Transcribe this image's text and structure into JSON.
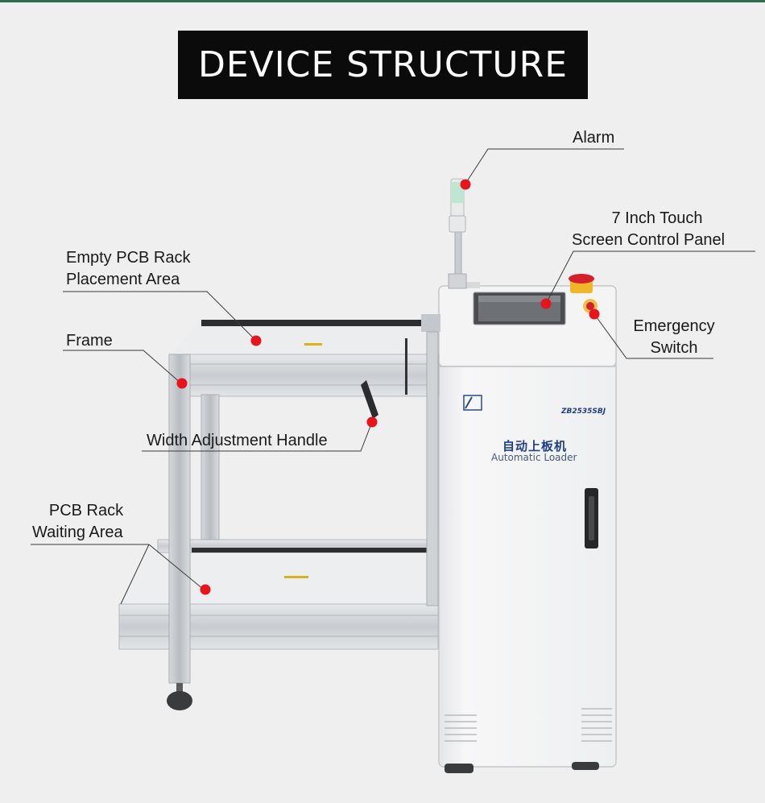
{
  "title": "DEVICE STRUCTURE",
  "labels": {
    "alarm": "Alarm",
    "touch_line1": "7 Inch Touch",
    "touch_line2": "Screen Control Panel",
    "empty_line1": "Empty PCB Rack",
    "empty_line2": "Placement Area",
    "frame": "Frame",
    "emergency_line1": "Emergency",
    "emergency_line2": "Switch",
    "width_handle": "Width Adjustment Handle",
    "waiting_line1": "PCB Rack",
    "waiting_line2": "Waiting Area"
  },
  "machine": {
    "model": "ZB2535SBJ",
    "name_cn": "自动上板机",
    "name_en": "Automatic Loader"
  },
  "colors": {
    "marker": "#e8141c",
    "title_bg": "#0b0b0b",
    "top_bar": "#2e6b4f"
  }
}
